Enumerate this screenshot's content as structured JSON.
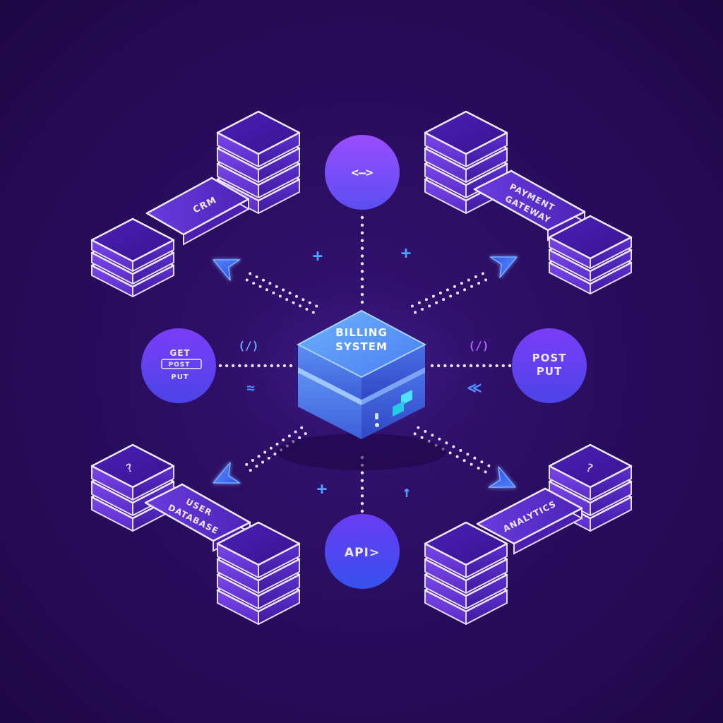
{
  "core": {
    "line1": "BILLING",
    "line2": "SYSTEM"
  },
  "nodes": {
    "crm": {
      "label": "CRM"
    },
    "payment": {
      "line1": "PAYMENT",
      "line2": "GATEWAY"
    },
    "userdb": {
      "line1": "USER",
      "line2": "DATABASE"
    },
    "analytics": {
      "label": "ANALYTICS"
    }
  },
  "badges": {
    "top": {
      "label": "<—>"
    },
    "left": {
      "line1": "GET",
      "line2": "POST",
      "line3": "PUT"
    },
    "right": {
      "line1": "POST",
      "line2": "PUT"
    },
    "bottom": {
      "label": "API>"
    }
  },
  "symbols": {
    "plus": "+",
    "phi_left": "(/)",
    "phi_right": "(/)",
    "wave_left": "≈",
    "wave_right": "≪",
    "up_arrow": "↑",
    "userdb_icon": "?",
    "analytics_icon": "?"
  },
  "colors": {
    "background": "#2a0d5e",
    "node_purple": "#5a2bd4",
    "node_edge": "#e2d6ff",
    "core_blue": "#4f86f2",
    "badge_top": "#8b4dff",
    "badge_bottom": "#3d4ff0",
    "dots": "#ece4ff",
    "arrow": "#3c6cf5"
  }
}
